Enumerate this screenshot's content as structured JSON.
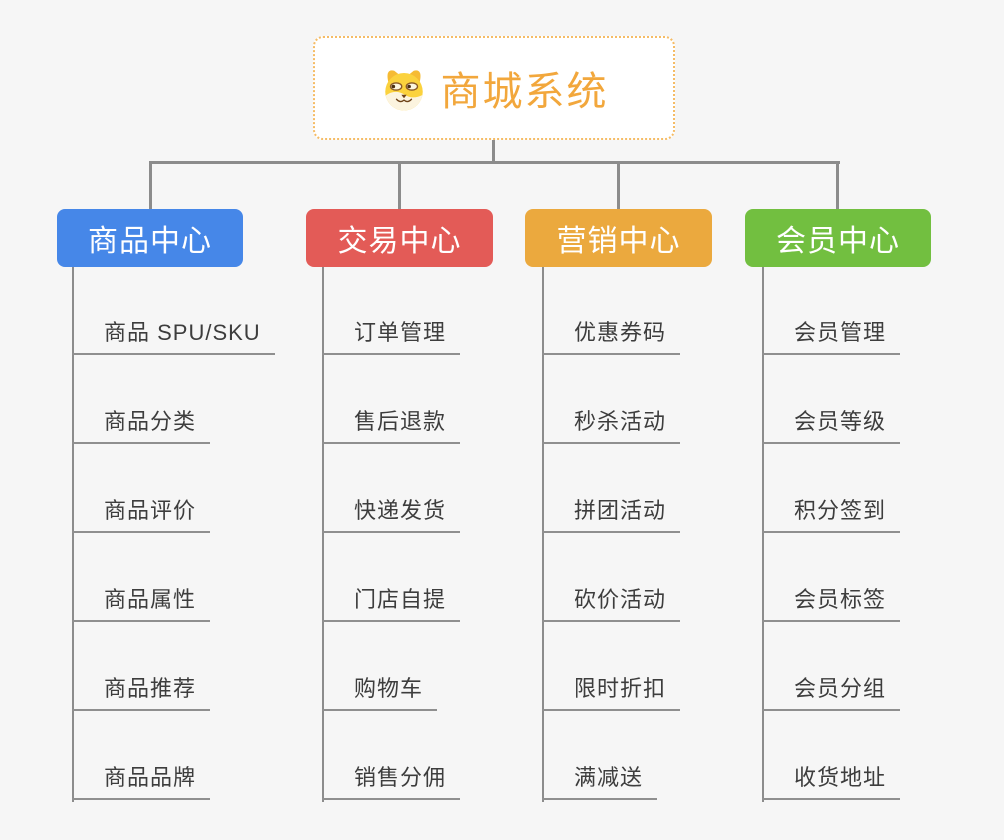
{
  "canvas": {
    "background": "#f6f6f6",
    "connector_color": "#8c8c8c",
    "underline_color": "#8f8f8f",
    "leaf_text_color": "#3d3d3d"
  },
  "root": {
    "title": "商城系统",
    "accent_color": "#F2A73C",
    "border_color": "#F5BC66",
    "icon": "dog-face-icon"
  },
  "branches": [
    {
      "label": "商品中心",
      "color": "#4687E8",
      "children": [
        "商品 SPU/SKU",
        "商品分类",
        "商品评价",
        "商品属性",
        "商品推荐",
        "商品品牌"
      ]
    },
    {
      "label": "交易中心",
      "color": "#E35B57",
      "children": [
        "订单管理",
        "售后退款",
        "快递发货",
        "门店自提",
        "购物车",
        "销售分佣"
      ]
    },
    {
      "label": "营销中心",
      "color": "#EBA93E",
      "children": [
        "优惠券码",
        "秒杀活动",
        "拼团活动",
        "砍价活动",
        "限时折扣",
        "满减送"
      ]
    },
    {
      "label": "会员中心",
      "color": "#72BF40",
      "children": [
        "会员管理",
        "会员等级",
        "积分签到",
        "会员标签",
        "会员分组",
        "收货地址"
      ]
    }
  ]
}
